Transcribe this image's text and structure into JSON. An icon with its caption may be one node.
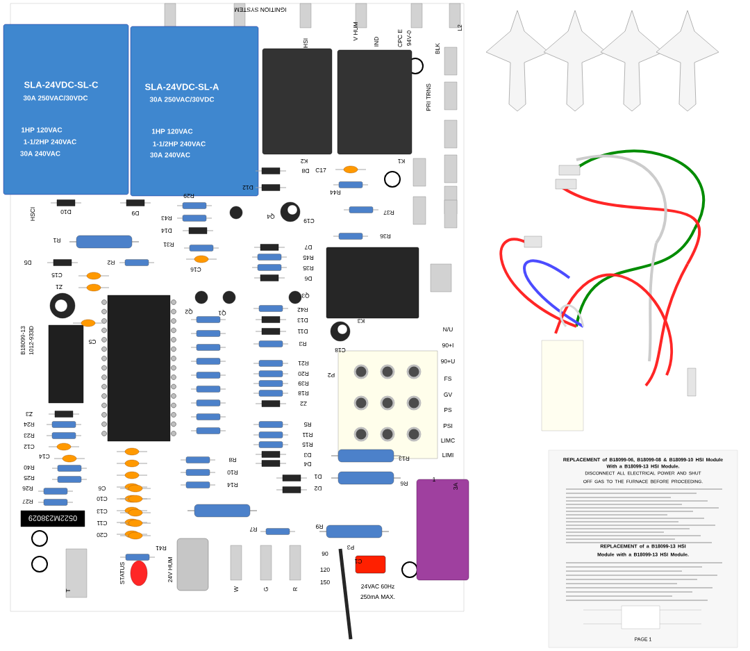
{
  "diagram": {
    "labels": [
      "SLA-24VDC-SL-C",
      "30A 250VAC/30VDC",
      "1HP 120VAC",
      "1-1/2HP 240VAC",
      "30A 240VAC",
      "SLA-24VDC-SL-A",
      "30A 250VAC/30VDC",
      "1HP 120VAC",
      "1-1/2HP 240VAC",
      "30A 240VAC",
      "IGNITION SYSTEM",
      "HSI",
      "V HUM",
      "IND",
      "CPC E",
      "94V-0",
      "BLK",
      "L2",
      "PRI TRNS",
      "K2",
      "K1",
      "D8",
      "C17",
      "D12",
      "R44",
      "HSCI",
      "D10",
      "D9",
      "R29",
      "R43",
      "Q4",
      "C19",
      "R37",
      "D14",
      "R1",
      "R31",
      "R36",
      "D7",
      "R45",
      "R35",
      "D6",
      "D5",
      "R2",
      "C15",
      "Z1",
      "C16",
      "Q2",
      "Q1",
      "Q3",
      "K3",
      "R42",
      "D13",
      "D11",
      "R3",
      "C18",
      "N/U",
      "90+I",
      "90+U",
      "FS",
      "P2",
      "C5",
      "B18099-13",
      "1012-933D",
      "R21",
      "R20",
      "R39",
      "R18",
      "Z2",
      "GV",
      "PS",
      "PSI",
      "LIMC",
      "LIMI",
      "Z3",
      "R24",
      "R23",
      "C12",
      "C14",
      "R40",
      "R25",
      "R26",
      "R27",
      "R5",
      "R11",
      "R15",
      "D3",
      "D4",
      "D1",
      "D2",
      "R13",
      "R6",
      "C6",
      "C10",
      "C13",
      "C11",
      "C20",
      "R8",
      "R10",
      "R14",
      "0522M238029",
      "R41",
      "R7",
      "R9",
      "T",
      "STATUS",
      "24V HUM",
      "W",
      "G",
      "R",
      "90",
      "120",
      "150",
      "P3",
      "C1",
      "24VAC 60Hz",
      "250mA MAX.",
      "3A",
      "1",
      "REPLACEMENT of B18099-06, B18099-08 & B18099-10 HSI Module",
      "With a B18099-13 HSI Module.",
      "DISCONNECT ALL ELECTRICAL POWER AND SHUT OFF GAS TO THE FURNACE BEFORE PROCEEDING.",
      "REPLACEMENT of a B18099-13 HSI Module with a B18099-13 HSI Module.",
      "PAGE 1"
    ]
  }
}
